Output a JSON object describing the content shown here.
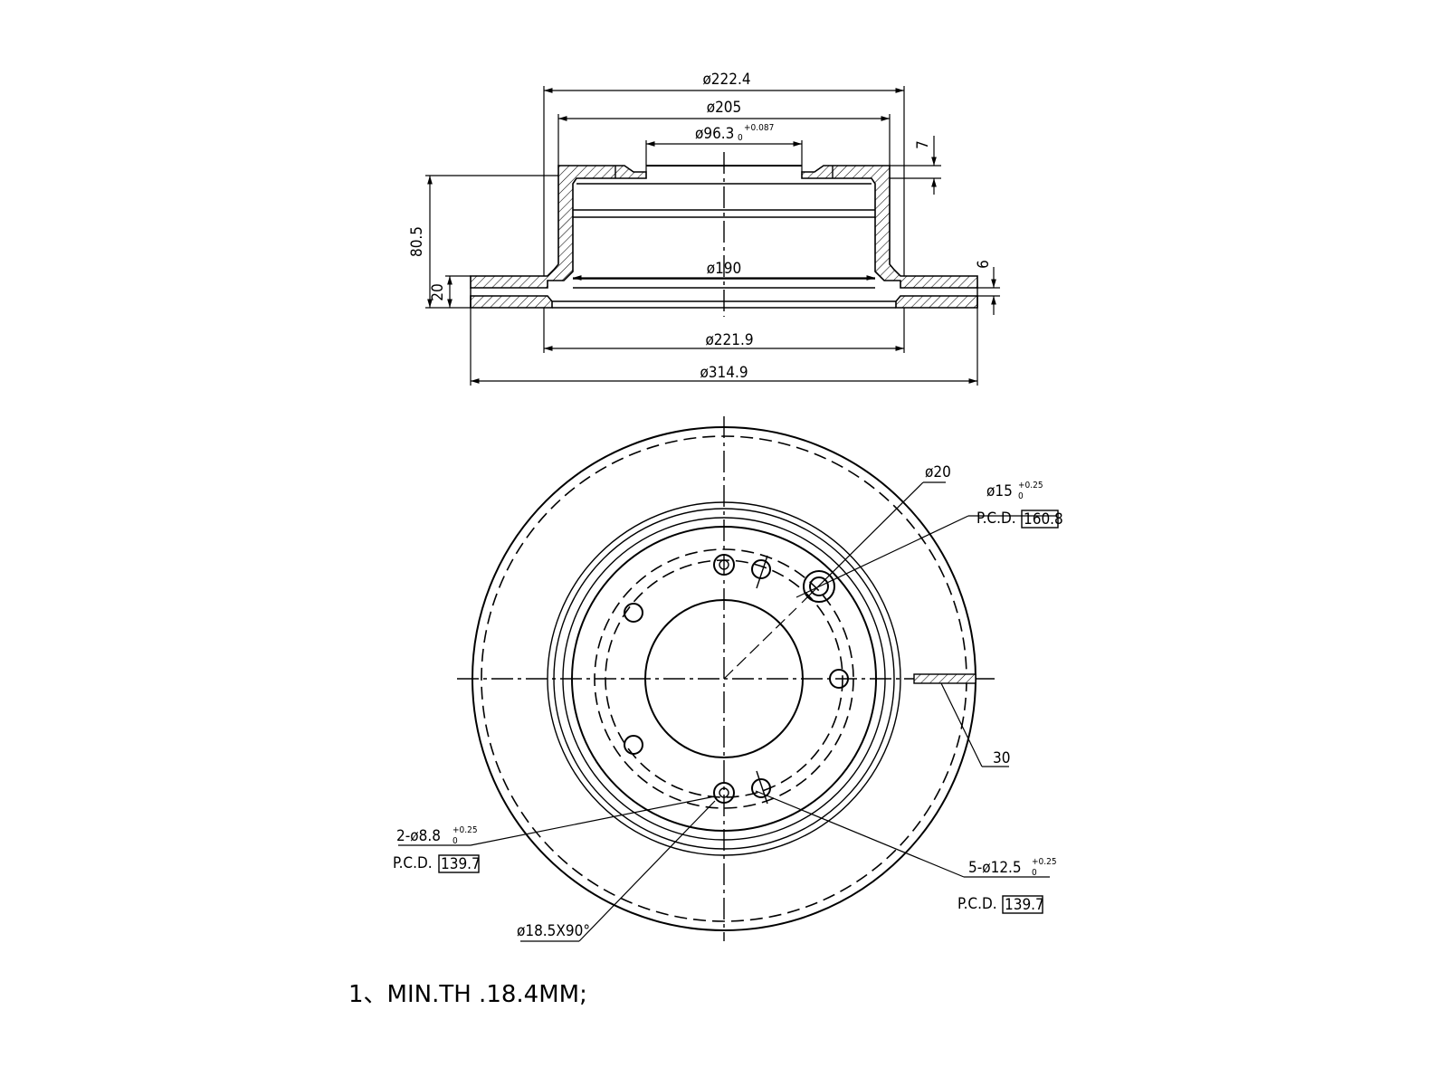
{
  "section_view": {
    "dims": {
      "outer_hub_dia": "ø222.4",
      "hat_dia": "ø205",
      "center_bore_dia": "ø96.3",
      "center_bore_tol_upper": "+0.087",
      "center_bore_tol_lower": "0",
      "hat_top_thickness": "7",
      "inner_dia": "ø190",
      "overall_height": "80.5",
      "disc_thickness": "20",
      "flange_thickness": "6",
      "friction_inner_dia": "ø221.9",
      "outer_dia": "ø314.9"
    }
  },
  "plan_view": {
    "labels": {
      "hole_20": "ø20",
      "hole_15": "ø15",
      "hole_15_tol_upper": "+0.25",
      "hole_15_tol_lower": "0",
      "pcd_prefix": "P.C.D.",
      "pcd_160": "160.8",
      "slot_width": "30",
      "holes_2": "2-ø8.8",
      "holes_2_tol_upper": "+0.25",
      "holes_2_tol_lower": "0",
      "pcd_139_a": "139.7",
      "holes_5": "5-ø12.5",
      "holes_5_tol_upper": "+0.25",
      "holes_5_tol_lower": "0",
      "pcd_139_b": "139.7",
      "chamfer": "ø18.5X90°"
    }
  },
  "notes": {
    "line1": "1、MIN.TH .18.4MM;"
  }
}
